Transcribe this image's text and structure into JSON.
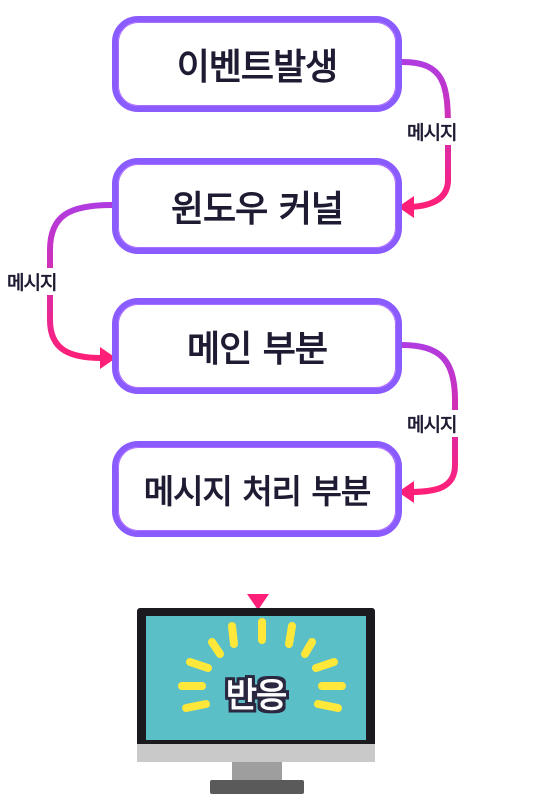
{
  "nodes": [
    {
      "label": "이벤트발생"
    },
    {
      "label": "윈도우 커널"
    },
    {
      "label": "메인 부분"
    },
    {
      "label": "메시지 처리 부분"
    }
  ],
  "edge_labels": [
    "메시지",
    "메시지",
    "메시지"
  ],
  "screen": {
    "label": "반응"
  },
  "colors": {
    "node_border": "#8a5cff",
    "arrow_start": "#b03be0",
    "arrow_end": "#ff1f78",
    "screen": "#5bbfc7",
    "ray": "#ffe839",
    "text": "#1e1b33"
  }
}
